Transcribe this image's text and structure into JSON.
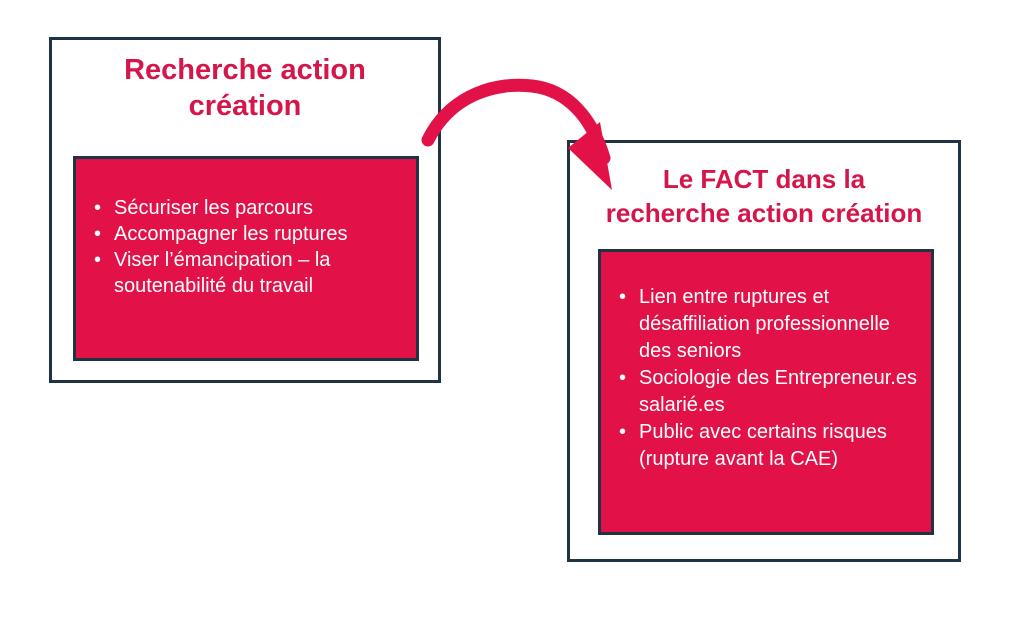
{
  "colors": {
    "accent": "#e21147",
    "title": "#d4164a",
    "border": "#1f3345"
  },
  "left_box": {
    "title_line1": "Recherche action",
    "title_line2": "création",
    "items": [
      "Sécuriser les parcours",
      "Accompagner les ruptures",
      "Viser l’émancipation – la soutenabilité du travail"
    ]
  },
  "right_box": {
    "title_line1": "Le FACT dans la",
    "title_line2": "recherche action création",
    "items": [
      "Lien entre ruptures et désaffiliation professionnelle des seniors",
      "Sociologie des Entrepreneur.es salarié.es",
      "Public avec certains risques (rupture avant la CAE)"
    ]
  }
}
